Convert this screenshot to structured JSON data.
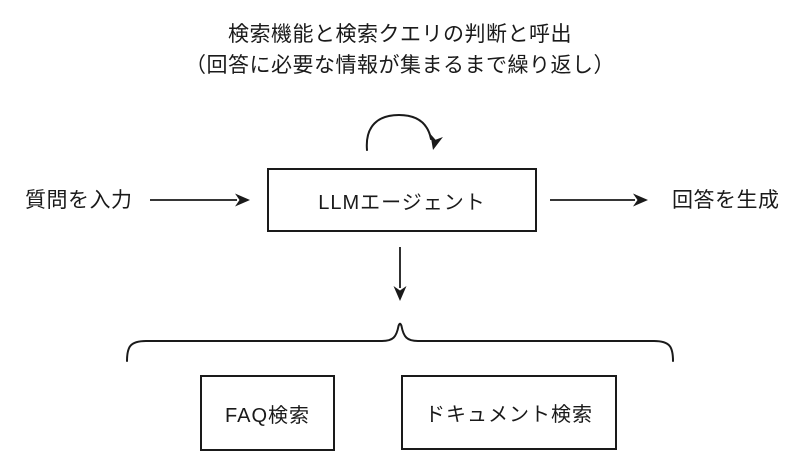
{
  "diagram": {
    "title_line1": "検索機能と検索クエリの判断と呼出",
    "title_line2": "（回答に必要な情報が集まるまで繰り返し）",
    "input_label": "質問を入力",
    "agent_label": "LLMエージェント",
    "output_label": "回答を生成",
    "faq_label": "FAQ検索",
    "document_label": "ドキュメント検索",
    "colors": {
      "stroke": "#1a1a1a",
      "text": "#1a1a1a",
      "background": "#ffffff"
    },
    "icons": {
      "input_connector": "arrow-right-icon",
      "output_connector": "arrow-right-icon",
      "tools_connector": "arrow-down-icon",
      "self_loop_connector": "loop-arrow-icon",
      "tools_grouping": "curly-brace-icon"
    }
  }
}
